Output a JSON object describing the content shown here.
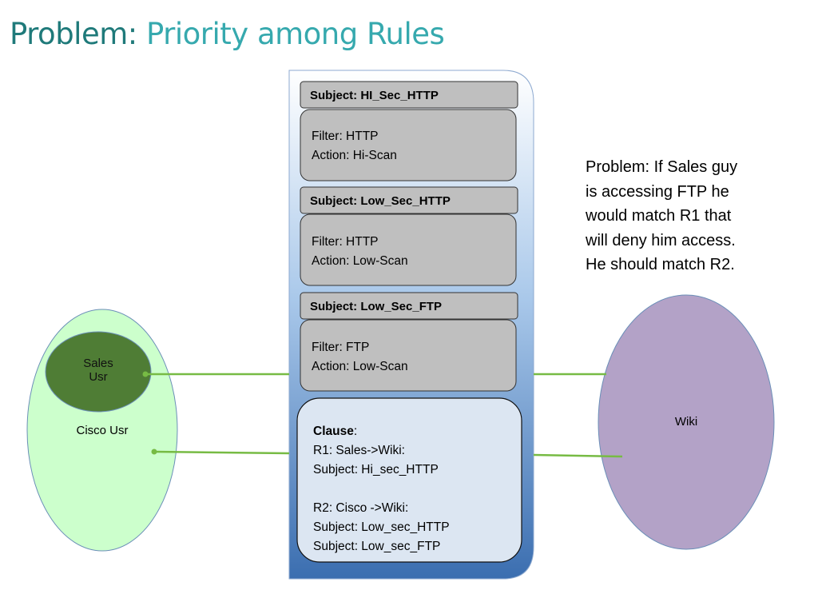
{
  "title": {
    "prefix": "Problem: ",
    "main": "Priority among Rules"
  },
  "rules": [
    {
      "subject": "Subject: HI_Sec_HTTP",
      "filter": "Filter: HTTP",
      "action": "Action:  Hi-Scan"
    },
    {
      "subject": "Subject: Low_Sec_HTTP",
      "filter": "Filter: HTTP",
      "action": "Action:  Low-Scan"
    },
    {
      "subject": "Subject: Low_Sec_FTP",
      "filter": "Filter: FTP",
      "action": "Action:  Low-Scan"
    }
  ],
  "clause": {
    "heading": "Clause",
    "heading_suffix": ":",
    "r1_line": "R1:  Sales->Wiki:",
    "r1_subject": "Subject: Hi_sec_HTTP",
    "r2_line": "R2: Cisco ->Wiki:",
    "r2_subject1": "Subject: Low_sec_HTTP",
    "r2_subject2": "Subject: Low_sec_FTP"
  },
  "nodes": {
    "sales_line1": "Sales",
    "sales_line2": "Usr",
    "cisco": "Cisco Usr",
    "wiki": "Wiki"
  },
  "note": {
    "lines": [
      "Problem: If Sales guy",
      "is accessing FTP he",
      "would match R1 that",
      "will deny him access.",
      "He should match R2."
    ]
  },
  "colors": {
    "title_prefix": "#1f7a7a",
    "title_main": "#36a9ae",
    "cisco_fill": "#ccffcc",
    "sales_fill": "#4f7d35",
    "wiki_fill": "#b3a2c7",
    "connector": "#77bb44",
    "rule_box": "#bfbfbf",
    "clause_box": "#dce6f2"
  }
}
